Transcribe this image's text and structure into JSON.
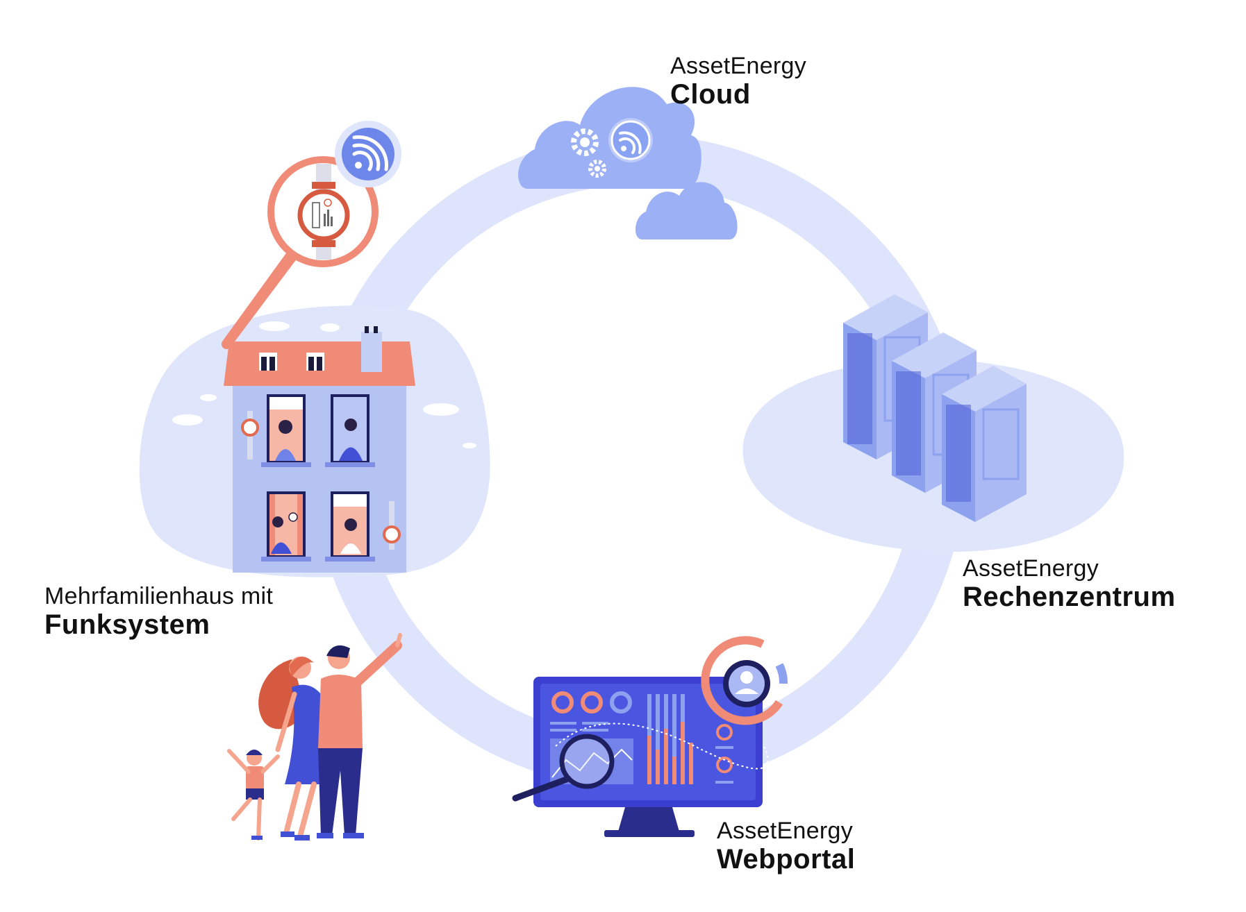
{
  "nodes": {
    "cloud": {
      "line1": "AssetEnergy",
      "line2": "Cloud"
    },
    "datacenter": {
      "line1": "AssetEnergy",
      "line2": "Rechenzentrum"
    },
    "webportal": {
      "line1": "AssetEnergy",
      "line2": "Webportal"
    },
    "house": {
      "line1": "Mehrfamilienhaus mit",
      "line2": "Funksystem"
    }
  },
  "colors": {
    "ring": "#dde4fb",
    "blob": "#dfe6fb",
    "cloud": "#9bb0f5",
    "accent_coral": "#ee8a74",
    "navy": "#2b2d8c",
    "server": "#aab8f4",
    "monitor": "#3b3fcf"
  },
  "icons": [
    "wifi-icon",
    "gear-icon",
    "water-meter-icon",
    "server-icon",
    "magnifier-icon",
    "user-icon"
  ]
}
